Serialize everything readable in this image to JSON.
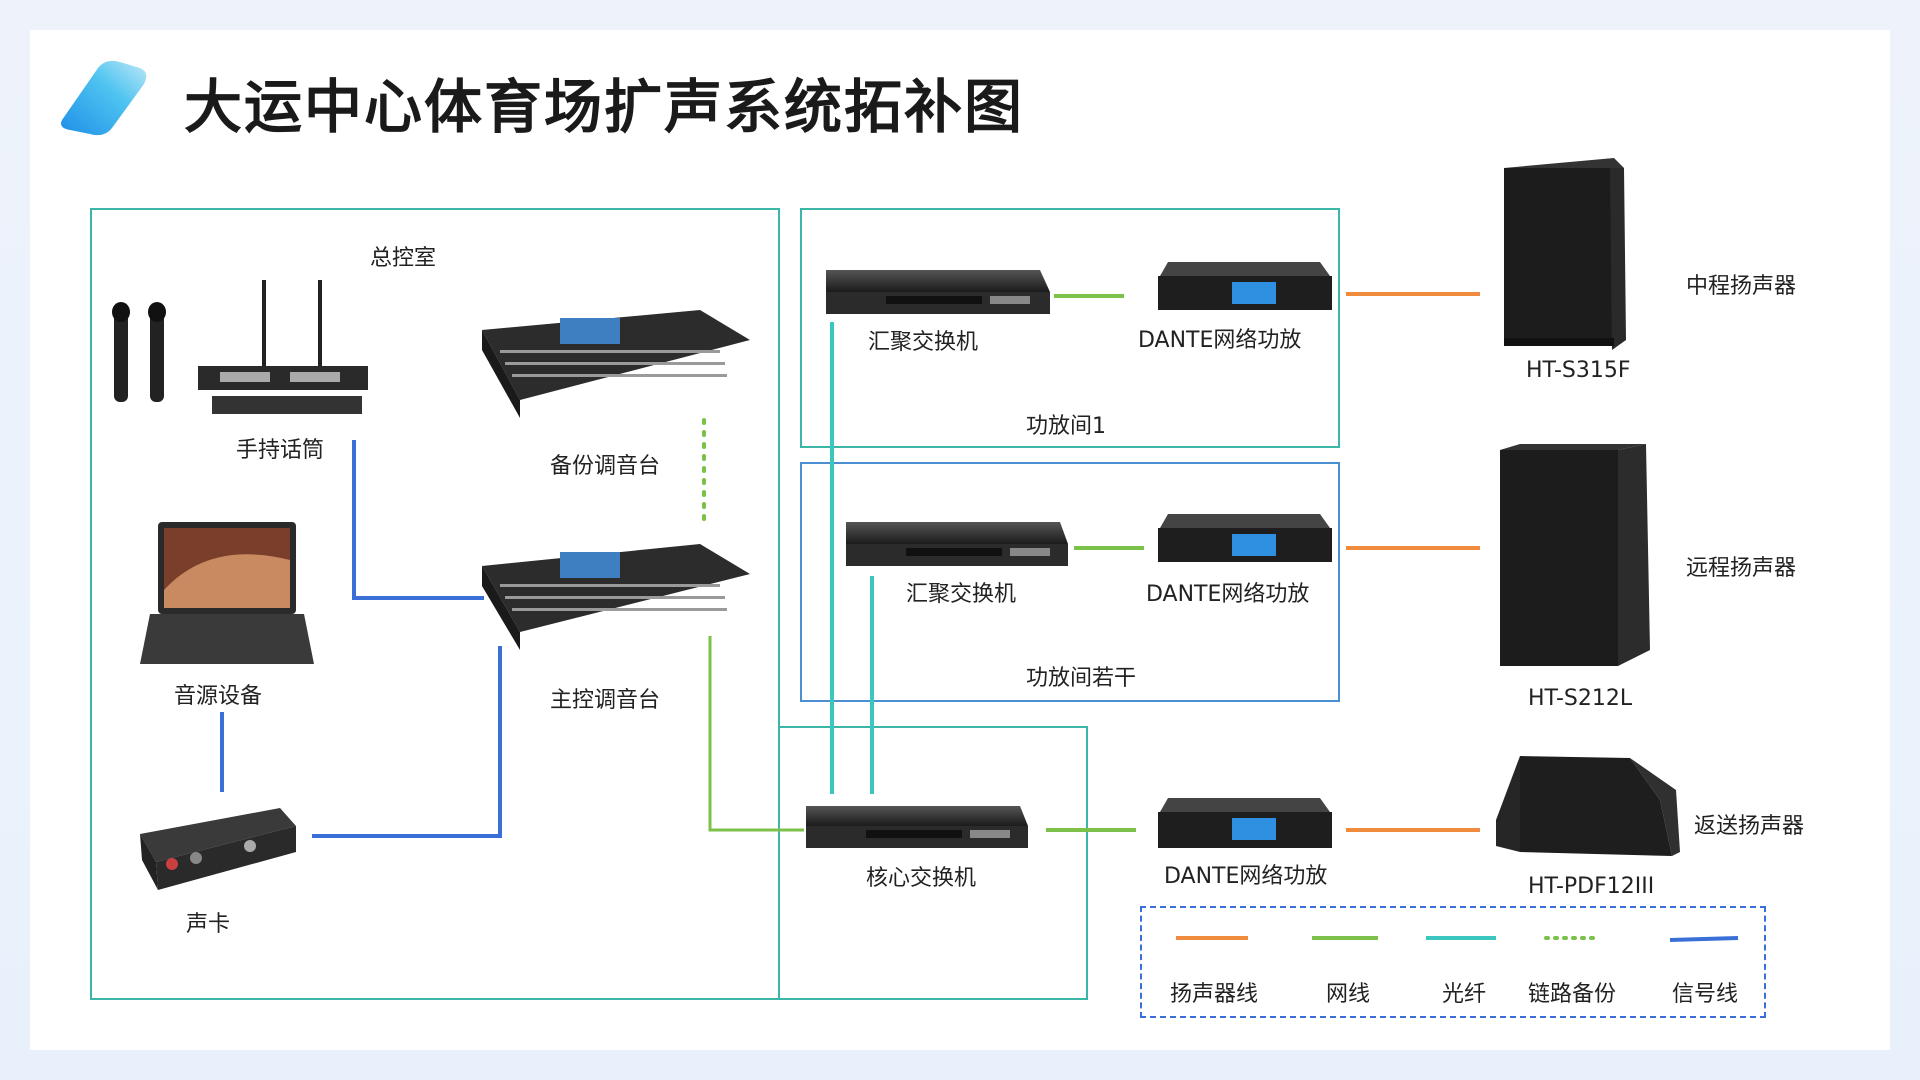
{
  "title": "大运中心体育场扩声系统拓补图",
  "rooms": {
    "control": "总控室",
    "amp1": "功放间1",
    "amp_many": "功放间若干"
  },
  "devices": {
    "mic": "手持话筒",
    "backup_console": "备份调音台",
    "main_console": "主控调音台",
    "laptop": "音源设备",
    "sound_card": "声卡",
    "agg_switch_1": "汇聚交换机",
    "agg_switch_2": "汇聚交换机",
    "core_switch": "核心交换机",
    "amp_1": "DANTE网络功放",
    "amp_2": "DANTE网络功放",
    "amp_3": "DANTE网络功放",
    "spk_mid_model": "HT-S315F",
    "spk_far_model": "HT-S212L",
    "spk_mon_model": "HT-PDF12III",
    "spk_mid": "中程扬声器",
    "spk_far": "远程扬声器",
    "spk_mon": "返送扬声器"
  },
  "legend": [
    {
      "label": "扬声器线",
      "color": "#f08a3c",
      "style": "solid"
    },
    {
      "label": "网线",
      "color": "#7cc24a",
      "style": "solid"
    },
    {
      "label": "光纤",
      "color": "#3cc6c0",
      "style": "solid"
    },
    {
      "label": "链路备份",
      "color": "#7cc24a",
      "style": "dotted"
    },
    {
      "label": "信号线",
      "color": "#3a6fd8",
      "style": "solid"
    }
  ],
  "colors": {
    "speaker_line": "#f08a3c",
    "network": "#7cc24a",
    "fiber": "#3cc6c0",
    "signal": "#3a6fd8",
    "room_border": "#3cb6a8",
    "amp_room_border": "#4a8fd0"
  }
}
